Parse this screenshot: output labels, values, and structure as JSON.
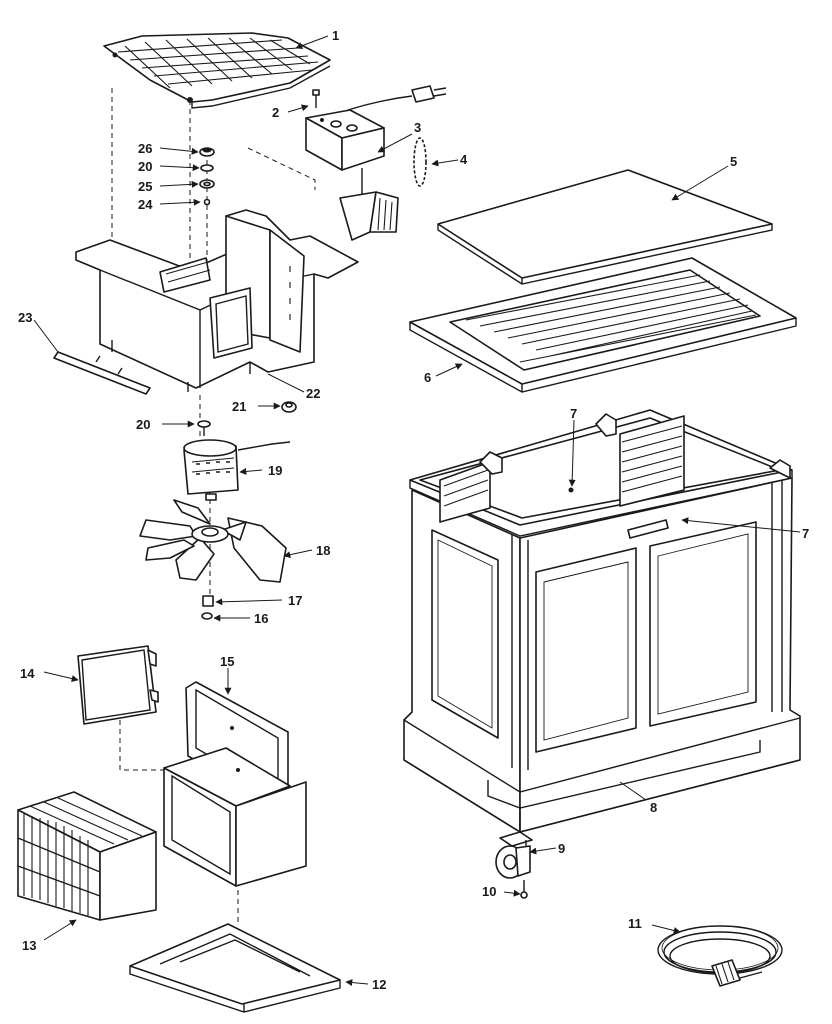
{
  "diagram": {
    "type": "exploded-parts-view",
    "callouts": [
      "1",
      "2",
      "3",
      "4",
      "5",
      "6",
      "7",
      "7",
      "8",
      "9",
      "10",
      "11",
      "12",
      "13",
      "14",
      "15",
      "16",
      "17",
      "18",
      "19",
      "20",
      "20",
      "21",
      "22",
      "23",
      "24",
      "25",
      "26"
    ]
  }
}
